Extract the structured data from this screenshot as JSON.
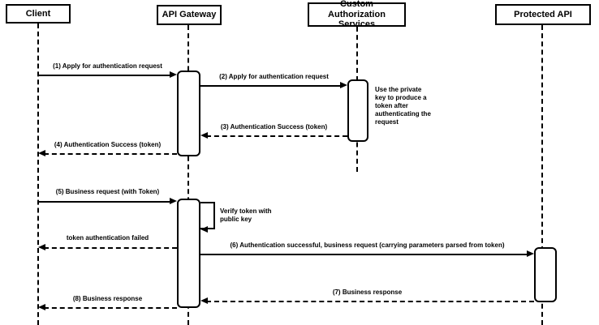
{
  "diagram": {
    "type": "uml-sequence",
    "colors": {
      "stroke": "#000000",
      "background": "#ffffff",
      "fill": "#ffffff"
    },
    "actors": [
      {
        "label": "Client"
      },
      {
        "label": "API Gateway"
      },
      {
        "label": "Custom Authorization Services"
      },
      {
        "label": "Protected API"
      }
    ],
    "messages": [
      {
        "label": "(1) Apply for authentication request",
        "from": "Client",
        "to": "API Gateway",
        "style": "solid"
      },
      {
        "label": "(2) Apply for authentication request",
        "from": "API Gateway",
        "to": "Custom Authorization Services",
        "style": "solid"
      },
      {
        "label": "(3) Authentication Success (token)",
        "from": "Custom Authorization Services",
        "to": "API Gateway",
        "style": "dashed"
      },
      {
        "label": "(4) Authentication Success (token)",
        "from": "API Gateway",
        "to": "Client",
        "style": "dashed"
      },
      {
        "label": "(5) Business request (with Token)",
        "from": "Client",
        "to": "API Gateway",
        "style": "solid"
      },
      {
        "label": "Verify token with public key",
        "from": "API Gateway",
        "to": "API Gateway",
        "style": "self"
      },
      {
        "label": "token authentication failed",
        "from": "API Gateway",
        "to": "Client",
        "style": "dashed"
      },
      {
        "label": "(6) Authentication successful, business request (carrying parameters parsed from token)",
        "from": "API Gateway",
        "to": "Protected API",
        "style": "solid"
      },
      {
        "label": "(7) Business response",
        "from": "Protected API",
        "to": "API Gateway",
        "style": "dashed"
      },
      {
        "label": "(8) Business response",
        "from": "API Gateway",
        "to": "Client",
        "style": "dashed"
      }
    ],
    "note": {
      "text": "Use the private key to produce a token after authenticating the request"
    }
  }
}
